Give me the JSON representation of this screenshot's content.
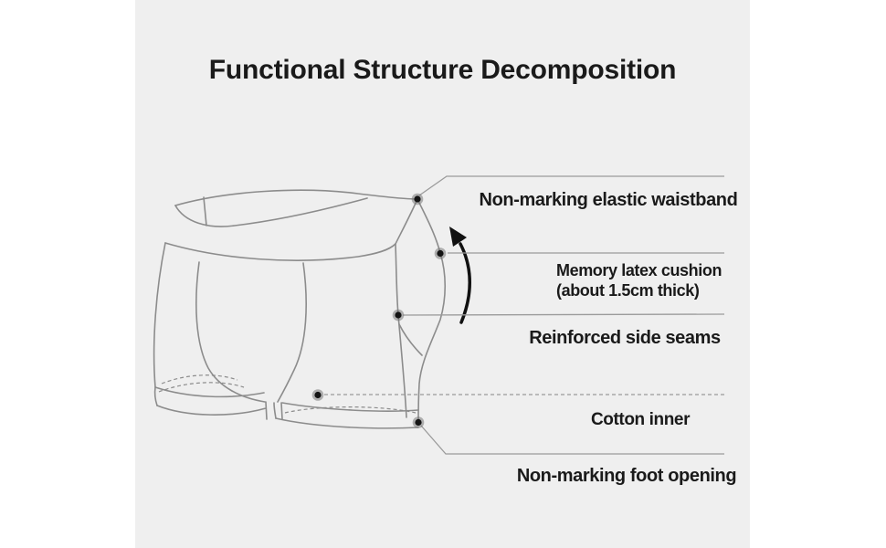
{
  "title": "Functional Structure Decomposition",
  "callouts": [
    {
      "id": "waistband",
      "label": "Non-marking elastic waistband"
    },
    {
      "id": "cushion",
      "label": "Memory latex cushion",
      "sublabel": "(about 1.5cm thick)"
    },
    {
      "id": "side-seams",
      "label": "Reinforced side seams"
    },
    {
      "id": "cotton",
      "label": "Cotton inner"
    },
    {
      "id": "foot",
      "label": "Non-marking foot opening"
    }
  ],
  "colors": {
    "page_bg": "#ffffff",
    "panel_bg": "#efefef",
    "line_color": "#8c8c8c",
    "leader_color": "#9b9b9b",
    "text_color": "#1a1a1a",
    "marker_color": "#141414",
    "arrow_color": "#111111"
  }
}
